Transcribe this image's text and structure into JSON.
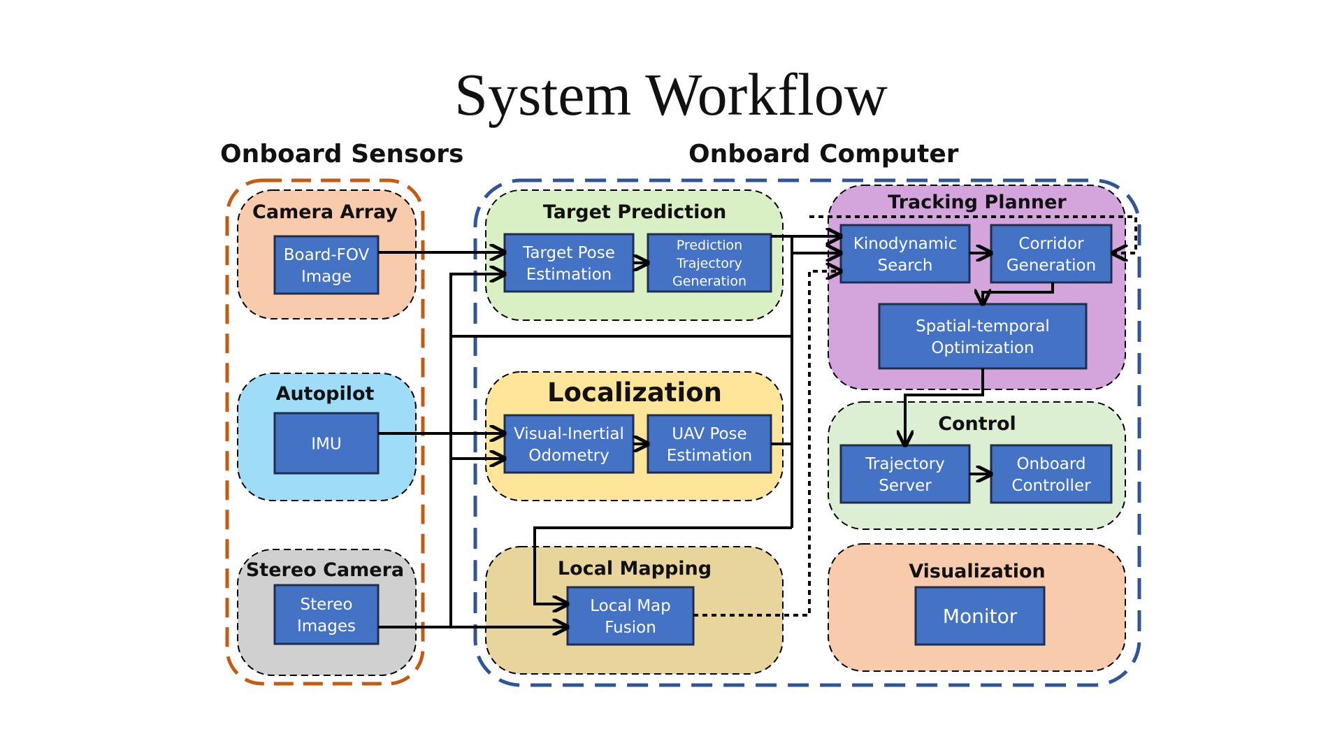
{
  "title": "System Workflow",
  "sections": {
    "sensors": "Onboard Sensors",
    "computer": "Onboard Computer"
  },
  "groups": {
    "camera_array": "Camera Array",
    "autopilot": "Autopilot",
    "stereo_camera": "Stereo Camera",
    "target_prediction": "Target Prediction",
    "localization": "Localization",
    "local_mapping": "Local Mapping",
    "tracking_planner": "Tracking Planner",
    "control": "Control",
    "visualization": "Visualization"
  },
  "boxes": {
    "board_fov": [
      "Board-FOV",
      "Image"
    ],
    "imu": [
      "IMU"
    ],
    "stereo_images": [
      "Stereo",
      "Images"
    ],
    "target_pose": [
      "Target Pose",
      "Estimation"
    ],
    "prediction_traj": [
      "Prediction",
      "Trajectory",
      "Generation"
    ],
    "vio": [
      "Visual-Inertial",
      "Odometry"
    ],
    "uav_pose": [
      "UAV Pose",
      "Estimation"
    ],
    "local_map": [
      "Local Map",
      "Fusion"
    ],
    "kinodynamic": [
      "Kinodynamic",
      "Search"
    ],
    "corridor": [
      "Corridor",
      "Generation"
    ],
    "spatial": [
      "Spatial-temporal",
      "Optimization"
    ],
    "traj_server": [
      "Trajectory",
      "Server"
    ],
    "onboard_ctrl": [
      "Onboard",
      "Controller"
    ],
    "monitor": [
      "Monitor"
    ]
  },
  "colors": {
    "box_fill": "#4472c4",
    "box_stroke": "#1f2d4e",
    "sensor_border": "#c55a11",
    "computer_border": "#2f5597",
    "camera_array": "#f8cbad",
    "autopilot": "#9fdcf8",
    "stereo_camera": "#d0d0d0",
    "target_prediction": "#d9efc4",
    "localization": "#ffe599",
    "local_mapping": "#e8d59c",
    "tracking_planner": "#d3a5dc",
    "control": "#dcefd2",
    "visualization": "#f8cbad"
  }
}
